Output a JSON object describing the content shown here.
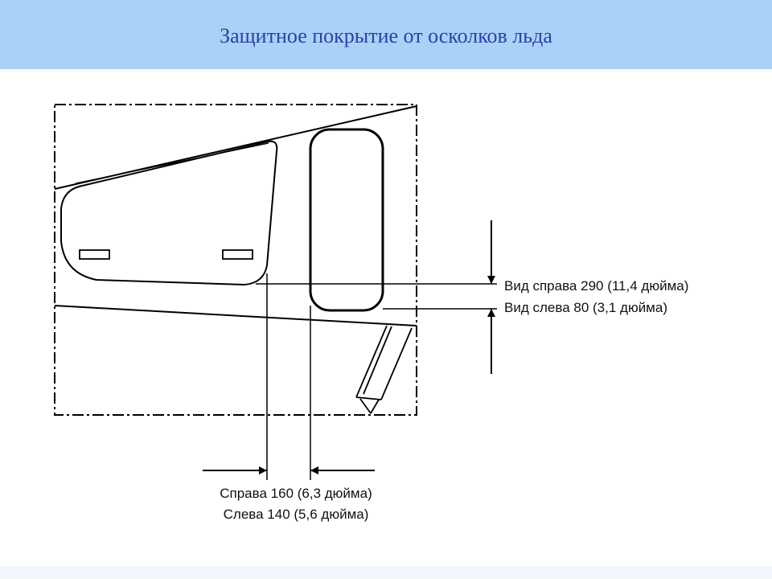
{
  "header": {
    "title": "Защитное покрытие от осколков льда",
    "bg_color": "#a9d2f7",
    "title_color": "#2d3fa8"
  },
  "diagram": {
    "vertical_dimension": {
      "right_label": "Вид справа 290 (11,4 дюйма)",
      "left_label": "Вид слева 80 (3,1 дюйма)"
    },
    "horizontal_dimension": {
      "right_label": "Справа 160 (6,3 дюйма)",
      "left_label": "Слева 140 (5,6 дюйма)"
    },
    "line_color": "#000000"
  }
}
